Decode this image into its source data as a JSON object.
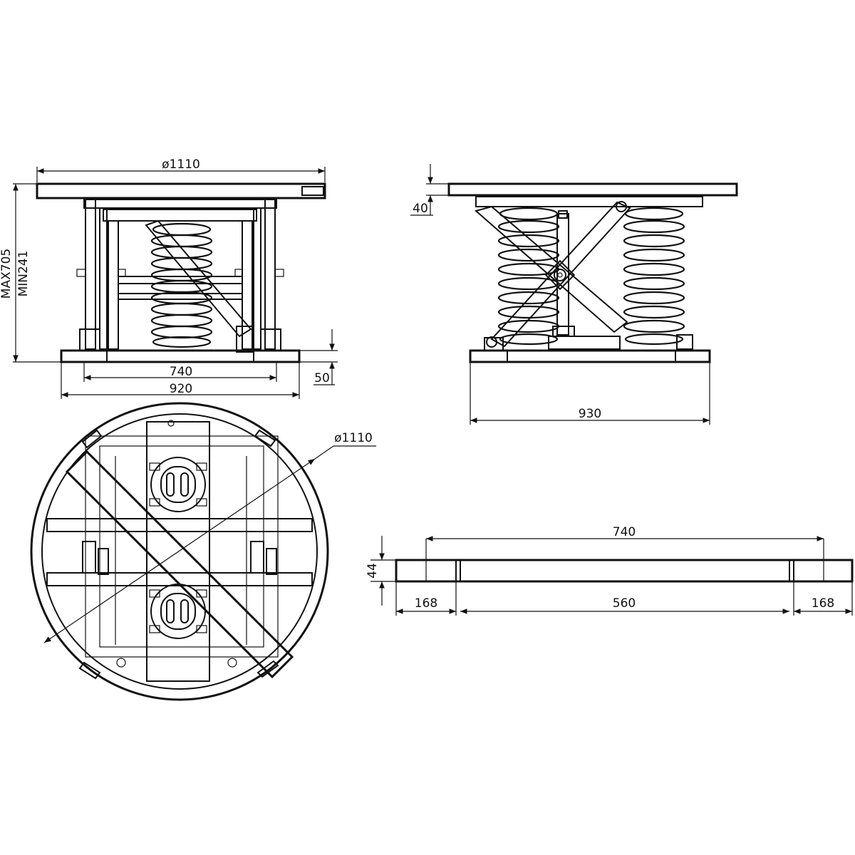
{
  "front_view": {
    "dims": {
      "top_diameter": "ø1110",
      "max_height": "MAX705",
      "min_height": "MIN241",
      "inner_width": "740",
      "outer_width": "920",
      "base_height": "50"
    }
  },
  "side_view": {
    "dims": {
      "top_thickness": "40",
      "base_width": "930"
    }
  },
  "top_view": {
    "dims": {
      "diameter": "ø1110"
    }
  },
  "rail_view": {
    "dims": {
      "overall": "740",
      "height": "44",
      "left_pad": "168",
      "middle": "560",
      "right_pad": "168"
    }
  }
}
